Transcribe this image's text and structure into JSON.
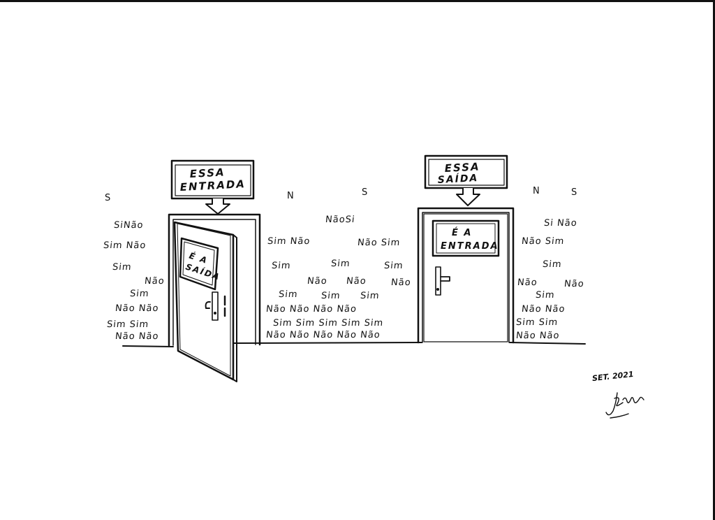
{
  "door_left": {
    "top_sign_line1": "ESSA",
    "top_sign_line2": "ENTRADA",
    "door_sign_line1": "É A",
    "door_sign_line2": "SAÍDA"
  },
  "door_right": {
    "top_sign_line1": "ESSA",
    "top_sign_line2": "SAÍDA",
    "door_sign_line1": "É A",
    "door_sign_line2": "ENTRADA"
  },
  "scattered_letters": [
    "S",
    "N",
    "S",
    "N",
    "S"
  ],
  "wall_words": [
    "SiNão",
    "Sim Não",
    "Sim",
    "Não",
    "Sim",
    "Não Não",
    "Sim Sim",
    "Não Não",
    "NãoSi",
    "Sim Não",
    "Não Sim",
    "Sim",
    "Sim",
    "Sim",
    "Não",
    "Não",
    "Não",
    "Sim",
    "Sim",
    "Sim",
    "Não Não Não Não",
    "Sim Sim Sim Sim Sim",
    "Não Não Não Não Não",
    "Si Não",
    "Não Sim",
    "Sim",
    "Não",
    "Não",
    "Sim",
    "Não Não",
    "Sim Sim",
    "Não Não"
  ],
  "date": "SET. 2021",
  "signature_icon": "artist-signature-icon"
}
